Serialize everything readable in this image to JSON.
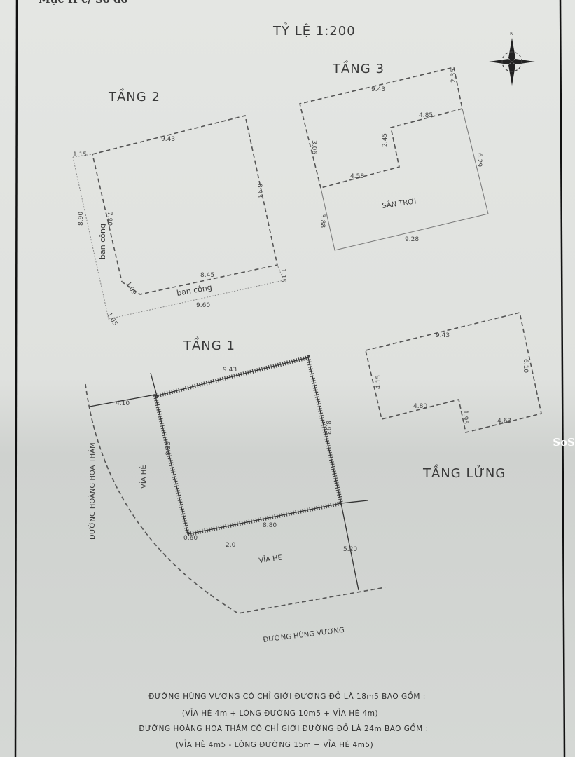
{
  "header": {
    "section": "Mục II c/ Sơ đồ",
    "scale": "TỶ LỆ 1:200"
  },
  "compass": {
    "icon": "north-arrow-compass-icon",
    "label": "N"
  },
  "floor2": {
    "title": "TẦNG 2",
    "dims": {
      "top": "9.43",
      "right": "8.93",
      "bottom_inner": "8.45",
      "bottom_outer": "9.60",
      "left_inner": "7.90",
      "left_outer": "8.90",
      "corner_tl": "1.15",
      "corner_br": "1.15",
      "corner_bl_inner": "1.09",
      "corner_bl_outer": "1.05"
    },
    "balcony_left": "ban công",
    "balcony_bottom": "ban công"
  },
  "floor3": {
    "title": "TẦNG 3",
    "dims": {
      "top": "9.43",
      "right_upper": "2.35",
      "step_top": "4.85",
      "step_vertical": "2.45",
      "step_bottom": "4.58",
      "left_upper": "3.06",
      "left_lower": "3.88",
      "right": "6.29",
      "bottom": "9.28"
    },
    "terrace": "SÂN TRỜI"
  },
  "floor1": {
    "title": "TẦNG 1",
    "dims": {
      "top": "9.43",
      "right": "8.93",
      "left": "8.23",
      "bottom": "8.80",
      "corner": "0.60",
      "setback_left": "4.10",
      "setback_bottom": "5.20",
      "radius": "2.0"
    },
    "sidewalk_left": "VỈA HÈ",
    "sidewalk_bottom": "VỈA HÈ",
    "street_left": "ĐƯỜNG HOÀNG HOA THÁM",
    "street_bottom": "ĐƯỜNG HÙNG VƯƠNG"
  },
  "mezzanine": {
    "title": "TẦNG LỬNG",
    "dims": {
      "top": "9.43",
      "right": "6.10",
      "left": "4.15",
      "bottom_left": "4.80",
      "step": "1.95",
      "bottom_right": "4.63"
    }
  },
  "notes": [
    "ĐƯỜNG HÙNG VƯƠNG CÓ CHỈ GIỚI ĐƯỜNG ĐỎ LÀ 18m5 BAO GỒM :",
    "(VỈA HÈ 4m + LÒNG ĐƯỜNG 10m5 + VỈA HÈ 4m)",
    "ĐƯỜNG HOÀNG HOA THÁM CÓ CHỈ GIỚI ĐƯỜNG ĐỎ LÀ 24m BAO GỒM :",
    "(VỈA HÈ 4m5 - LÒNG ĐƯỜNG 15m + VỈA HÈ 4m5)"
  ],
  "watermark": "SoS"
}
